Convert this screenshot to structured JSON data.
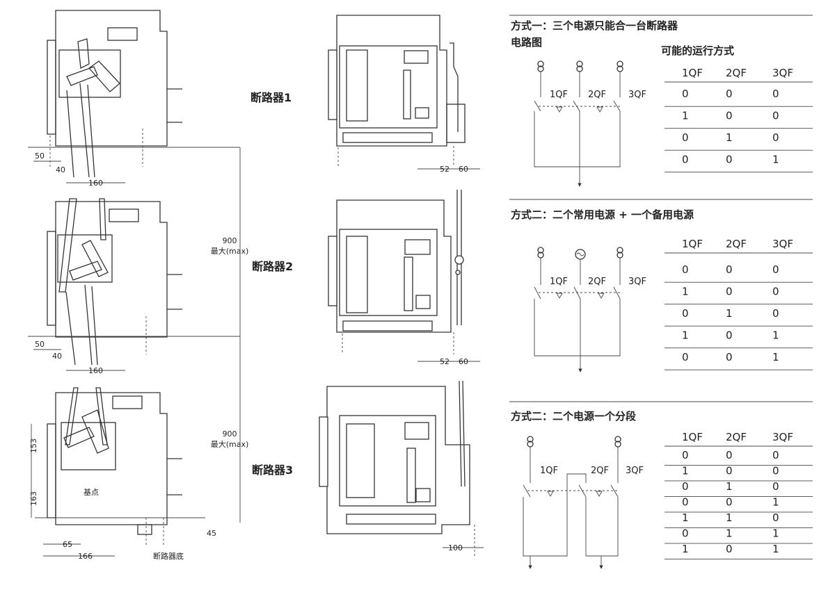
{
  "left": {
    "breakers": [
      "断路器1",
      "断路器2",
      "断路器3"
    ],
    "spacing": {
      "value": "900",
      "note": "最大(max)"
    },
    "dims": {
      "b1": [
        "50",
        "40",
        "160"
      ],
      "b2": [
        "50",
        "40",
        "160"
      ],
      "b3": [
        "153",
        "163",
        "65",
        "166",
        "45"
      ],
      "side": [
        "52",
        "60",
        "100"
      ]
    },
    "labels": {
      "origin": "基点",
      "base": "断路器底"
    }
  },
  "right": {
    "headers": [
      "1QF",
      "2QF",
      "3QF"
    ],
    "sections": [
      {
        "title": "方式一：三个电源只能合一台断路器",
        "circuit_label": "电路图",
        "table_label": "可能的运行方式",
        "rows": [
          [
            "0",
            "0",
            "0"
          ],
          [
            "1",
            "0",
            "0"
          ],
          [
            "0",
            "1",
            "0"
          ],
          [
            "0",
            "0",
            "1"
          ]
        ]
      },
      {
        "title": "方式二：二个常用电源 + 一个备用电源",
        "rows": [
          [
            "0",
            "0",
            "0"
          ],
          [
            "1",
            "0",
            "0"
          ],
          [
            "0",
            "1",
            "0"
          ],
          [
            "1",
            "0",
            "1"
          ],
          [
            "0",
            "0",
            "1"
          ]
        ]
      },
      {
        "title": "方式二：二个电源一个分段",
        "rows": [
          [
            "0",
            "0",
            "0"
          ],
          [
            "1",
            "0",
            "0"
          ],
          [
            "0",
            "1",
            "0"
          ],
          [
            "0",
            "0",
            "1"
          ],
          [
            "1",
            "1",
            "0"
          ],
          [
            "0",
            "1",
            "1"
          ],
          [
            "1",
            "0",
            "1"
          ]
        ]
      }
    ]
  }
}
